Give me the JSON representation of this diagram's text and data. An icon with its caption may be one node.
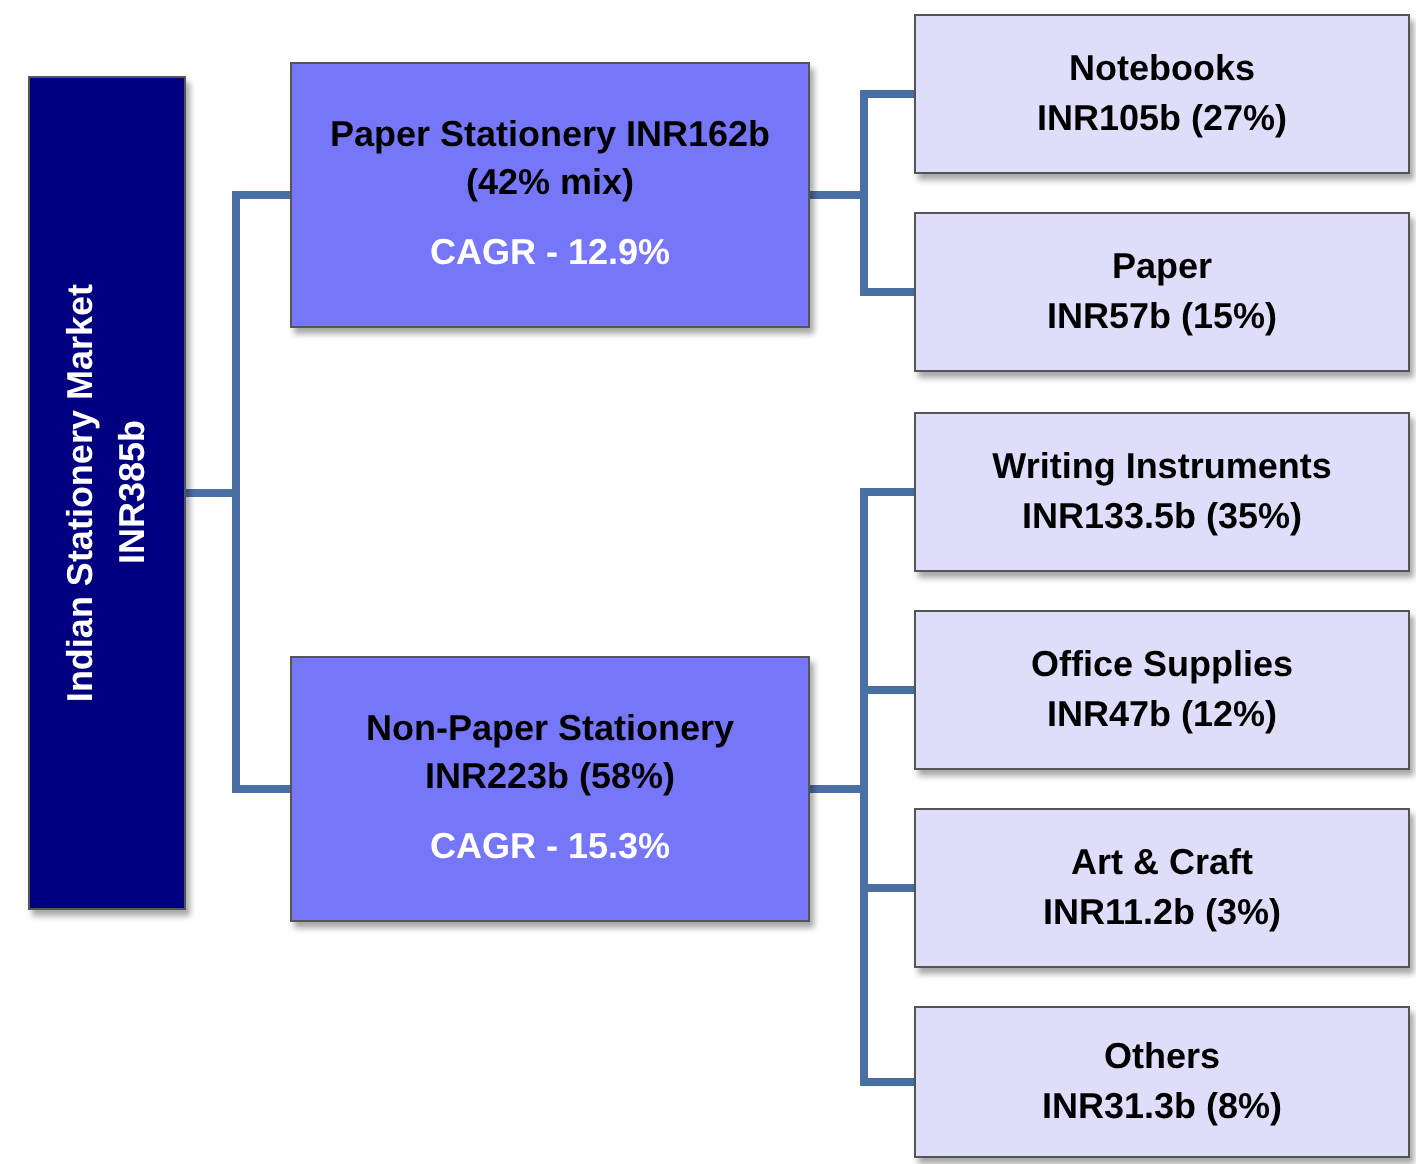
{
  "diagram": {
    "nodes": [
      {
        "text": [
          "Indian Stationery Market",
          "INR385b"
        ]
      },
      {
        "text": [
          "Paper Stationery INR162b (42% mix)",
          "CAGR - 12.9%"
        ]
      },
      {
        "text": [
          "Notebooks",
          "INR105b (27%)"
        ]
      },
      {
        "text": [
          "Paper",
          "INR57b (15%)"
        ]
      },
      {
        "text": [
          "Non-Paper Stationery INR223b (58%)",
          "CAGR - 15.3%"
        ]
      },
      {
        "text": [
          "Writing Instruments",
          "INR133.5b (35%)"
        ]
      },
      {
        "text": [
          "Office Supplies",
          "INR47b (12%)"
        ]
      },
      {
        "text": [
          "Art & Craft",
          "INR11.2b (3%)"
        ]
      },
      {
        "text": [
          "Others",
          "INR31.3b (8%)"
        ]
      }
    ],
    "edges": [
      {
        "from": 0,
        "to": 1,
        "arrow": "none"
      },
      {
        "from": 0,
        "to": 4,
        "arrow": "none"
      },
      {
        "from": 1,
        "to": 2,
        "arrow": "none"
      },
      {
        "from": 1,
        "to": 3,
        "arrow": "none"
      },
      {
        "from": 4,
        "to": 5,
        "arrow": "none"
      },
      {
        "from": 4,
        "to": 6,
        "arrow": "none"
      },
      {
        "from": 4,
        "to": 7,
        "arrow": "none"
      },
      {
        "from": 4,
        "to": 8,
        "arrow": "none"
      }
    ]
  }
}
